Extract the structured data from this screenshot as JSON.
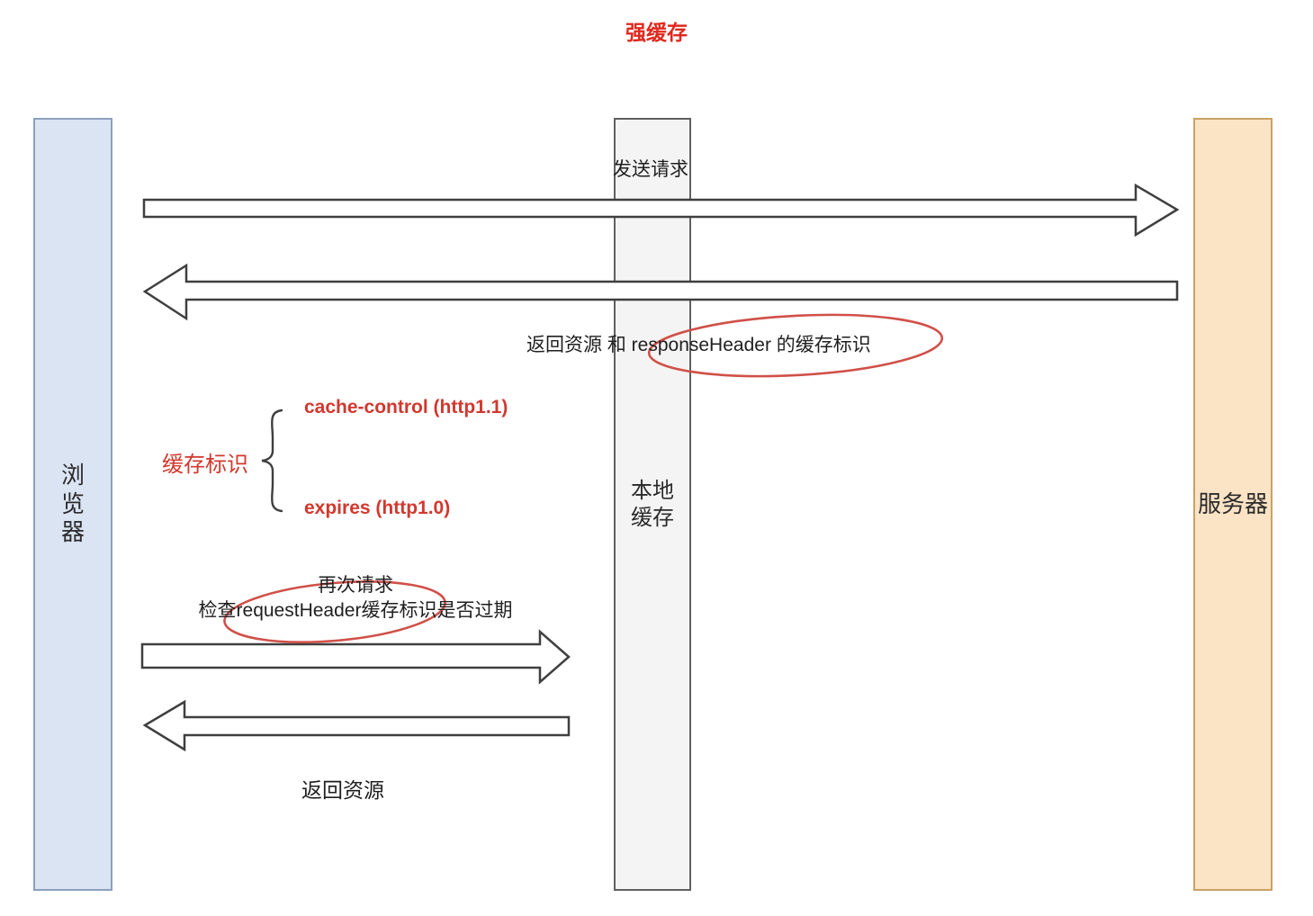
{
  "title": "强缓存",
  "lanes": {
    "browser": "浏\n览\n器",
    "local_cache": "本地\n缓存",
    "server": "服务器"
  },
  "messages": {
    "send_request": "发送请求",
    "return_resource_header": "返回资源 和 responseHeader 的缓存标识",
    "again_request_line1": "再次请求",
    "again_request_line2": "检查requestHeader缓存标识是否过期",
    "return_resource": "返回资源"
  },
  "cache_tag": {
    "label": "缓存标识",
    "items": [
      "cache-control (http1.1)",
      "expires (http1.0)"
    ]
  },
  "colors": {
    "title_red": "#e0281e",
    "red_text": "#d2382e",
    "ellipse_red": "#d05048",
    "arrow_stroke": "#3f3f3f",
    "browser_fill": "#dbe4f3",
    "browser_border": "#8ba0bd",
    "local_cache_fill": "#f4f4f4",
    "local_cache_border": "#606060",
    "server_fill": "#fbe3c6",
    "server_border": "#c8a265"
  }
}
